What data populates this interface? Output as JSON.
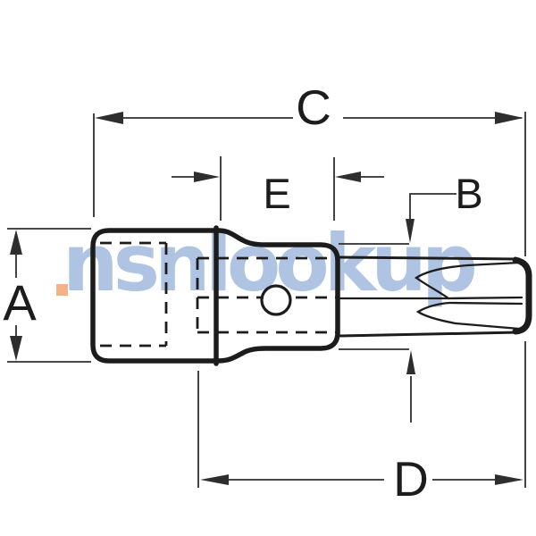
{
  "labels": {
    "a": "A",
    "b": "B",
    "c": "C",
    "d": "D",
    "e": "E"
  },
  "watermark": {
    "text": "nsnlookup"
  },
  "colors": {
    "line": "#1c1c1c",
    "dim_line": "#2e2e2e",
    "watermark_text": "#aec4e2",
    "watermark_accent": "#f4b285",
    "background": "#ffffff"
  }
}
